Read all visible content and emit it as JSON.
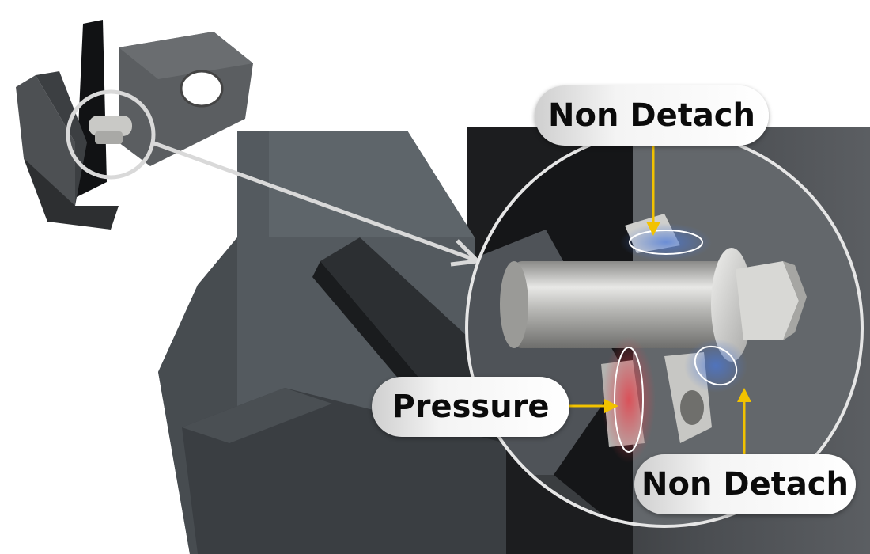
{
  "labels": {
    "non_detach_top": "Non Detach",
    "pressure": "Pressure",
    "non_detach_bottom": "Non Detach"
  },
  "colors": {
    "arrow_yellow": "#f2c200",
    "highlight_blue": "#4a78d8",
    "highlight_red": "#e0404a",
    "pointer_gray": "#d9d9d9"
  }
}
